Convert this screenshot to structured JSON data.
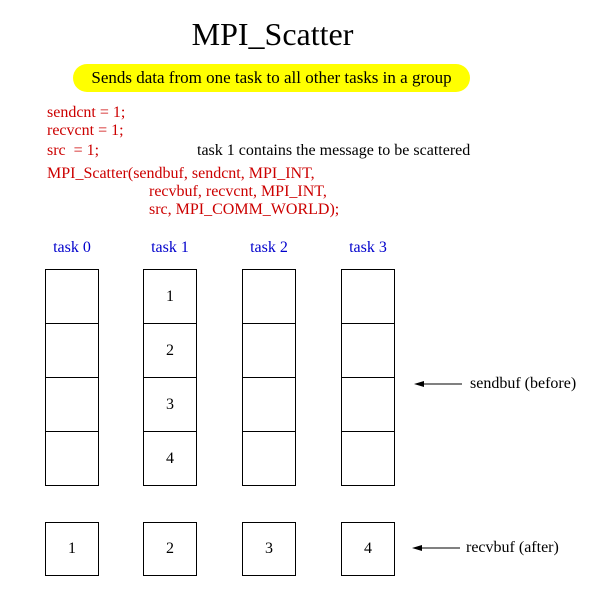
{
  "title": "MPI_Scatter",
  "subtitle": "Sends data from one task to all other tasks in a group",
  "code": {
    "line1": "sendcnt = 1;",
    "line2": "recvcnt = 1;",
    "line3": "src  = 1;",
    "call1": "MPI_Scatter(sendbuf, sendcnt, MPI_INT,",
    "call2": "recvbuf, recvcnt, MPI_INT,",
    "call3": "src, MPI_COMM_WORLD);"
  },
  "note": "task 1 contains the message to be scattered",
  "tasks": [
    "task 0",
    "task 1",
    "task 2",
    "task 3"
  ],
  "sendbuf": [
    [
      "",
      "",
      "",
      ""
    ],
    [
      "1",
      "2",
      "3",
      "4"
    ],
    [
      "",
      "",
      "",
      ""
    ],
    [
      "",
      "",
      "",
      ""
    ]
  ],
  "recvbuf": [
    "1",
    "2",
    "3",
    "4"
  ],
  "labels": {
    "sendbuf": "sendbuf (before)",
    "recvbuf": "recvbuf (after)"
  },
  "colors": {
    "code": "#cc0000",
    "task_label": "#0000cc",
    "highlight": "#ffff00"
  }
}
